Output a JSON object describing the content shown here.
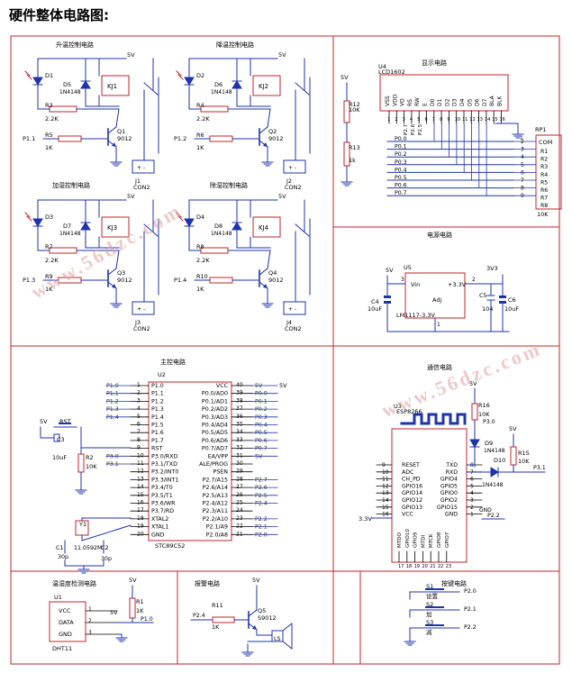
{
  "title": "硬件整体电路图:",
  "sections": {
    "heat": "升温控制电路",
    "cool": "降温控制电路",
    "humid": "加湿控制电路",
    "dehum": "除湿控制电路",
    "display": "显示电路",
    "power": "电源电路",
    "mcu": "主控电路",
    "wifi": "通信电路",
    "sensor": "温湿度检测电路",
    "alarm": "报警电路",
    "keys": "按键电路"
  },
  "relay_blocks": [
    {
      "led": "D1",
      "diode": "D5",
      "diode_model": "1N4148",
      "relay": "KJ1",
      "rb": "R3",
      "rb_val": "2.2K",
      "rin": "R5",
      "rin_val": "1K",
      "q": "Q1",
      "q_model": "9012",
      "net": "P1.1",
      "conn": "J1",
      "conn_model": "CON2",
      "vcc": "5V"
    },
    {
      "led": "D2",
      "diode": "D6",
      "diode_model": "1N4148",
      "relay": "KJ2",
      "rb": "R4",
      "rb_val": "2.2K",
      "rin": "R6",
      "rin_val": "1K",
      "q": "Q2",
      "q_model": "9012",
      "net": "P1.2",
      "conn": "J2",
      "conn_model": "CON2",
      "vcc": "5V"
    },
    {
      "led": "D3",
      "diode": "D7",
      "diode_model": "1N4148",
      "relay": "KJ3",
      "rb": "R7",
      "rb_val": "2.2K",
      "rin": "R9",
      "rin_val": "1K",
      "q": "Q3",
      "q_model": "9012",
      "net": "P1.3",
      "conn": "J3",
      "conn_model": "CON2",
      "vcc": "5V"
    },
    {
      "led": "D4",
      "diode": "D8",
      "diode_model": "1N4148",
      "relay": "KJ4",
      "rb": "R8",
      "rb_val": "2.2K",
      "rin": "R10",
      "rin_val": "1K",
      "q": "Q4",
      "q_model": "9012",
      "net": "P1.4",
      "conn": "J4",
      "conn_model": "CON2",
      "vcc": "5V"
    }
  ],
  "display": {
    "ref": "U4",
    "model": "LCD1602",
    "pins": [
      "VSS",
      "VDD",
      "VO",
      "RS",
      "RW",
      "E",
      "D0",
      "D1",
      "D2",
      "D3",
      "D4",
      "D5",
      "D6",
      "D7",
      "BLA",
      "BLK"
    ],
    "gpins": [
      "P2.7",
      "P2.6",
      "P2.5"
    ],
    "pnets": [
      "P0.0",
      "P0.1",
      "P0.2",
      "P0.3",
      "P0.4",
      "P0.5",
      "P0.6",
      "P0.7"
    ],
    "r12": "R12",
    "r12v": "10K",
    "r13": "R13",
    "r13v": "1k",
    "vcc": "5V",
    "rp": "RP1",
    "rp_val": "10K",
    "com": "COM",
    "rpins": [
      "R1",
      "R2",
      "R3",
      "R4",
      "R5",
      "R6",
      "R7",
      "R8"
    ],
    "rnums": [
      "1",
      "2",
      "3",
      "4",
      "5",
      "6",
      "7",
      "8",
      "9"
    ]
  },
  "power": {
    "ref": "U5",
    "model": "LM1117-3.3V",
    "vin": "Vin",
    "vout": "+3.3V",
    "adj": "Adj",
    "in": "5V",
    "out": "3V3",
    "c4": "C4",
    "c4v": "10uF",
    "c5": "C5",
    "c5v": "104",
    "c6": "C6",
    "c6v": "10uF",
    "p1": "3",
    "p2": "2",
    "p3": "1"
  },
  "mcu": {
    "ref": "U2",
    "model": "STC89C52",
    "left": [
      [
        "1",
        "P1.0"
      ],
      [
        "2",
        "P1.1"
      ],
      [
        "3",
        "P1.2"
      ],
      [
        "4",
        "P1.3"
      ],
      [
        "5",
        "P1.4"
      ],
      [
        "6",
        "P1.5"
      ],
      [
        "7",
        "P1.6"
      ],
      [
        "8",
        "P1.7"
      ],
      [
        "9",
        "RST"
      ],
      [
        "10",
        "P3.0/RXD"
      ],
      [
        "11",
        "P3.1/TXD"
      ],
      [
        "12",
        "P3.2/INT0"
      ],
      [
        "13",
        "P3.3/INT1"
      ],
      [
        "14",
        "P3.4/T0"
      ],
      [
        "15",
        "P3.5/T1"
      ],
      [
        "16",
        "P3.6/WR"
      ],
      [
        "17",
        "P3.7/RD"
      ],
      [
        "18",
        "XTAL2"
      ],
      [
        "19",
        "XTAL1"
      ],
      [
        "20",
        "GND"
      ]
    ],
    "right": [
      [
        "40",
        "VCC"
      ],
      [
        "39",
        "P0.0/AD0"
      ],
      [
        "38",
        "P0.1/AD1"
      ],
      [
        "37",
        "P0.2/AD2"
      ],
      [
        "36",
        "P0.3/AD3"
      ],
      [
        "35",
        "P0.4/AD4"
      ],
      [
        "34",
        "P0.5/AD5"
      ],
      [
        "33",
        "P0.6/AD6"
      ],
      [
        "32",
        "P0.7/AD7"
      ],
      [
        "31",
        "EA/VPP"
      ],
      [
        "30",
        "ALE/PROG"
      ],
      [
        "29",
        "PSEN"
      ],
      [
        "28",
        "P2.7/A15"
      ],
      [
        "27",
        "P2.6/A14"
      ],
      [
        "26",
        "P2.5/A13"
      ],
      [
        "25",
        "P2.4/A12"
      ],
      [
        "24",
        "P2.3/A11"
      ],
      [
        "23",
        "P2.2/A10"
      ],
      [
        "22",
        "P2.1/A9"
      ],
      [
        "21",
        "P2.0/A8"
      ]
    ],
    "lnets": [
      "P1.0",
      "P1.1",
      "P1.2",
      "P1.3",
      "P1.4",
      "",
      "",
      "",
      "",
      "P3.0",
      "P3.1",
      "",
      "",
      "",
      "",
      "",
      "",
      "",
      "",
      ""
    ],
    "rnets": [
      "5V",
      "P0.0",
      "P0.1",
      "P0.2",
      "P0.3",
      "P0.4",
      "P0.5",
      "P0.6",
      "P0.7",
      "5V",
      "",
      "",
      "P2.7",
      "P2.6",
      "P2.5",
      "P2.4",
      "",
      "P2.2",
      "P2.1",
      "P2.0"
    ],
    "rst": "RST",
    "c3": "C3",
    "c3v": "10uF",
    "r2": "R2",
    "r2v": "10K",
    "y1": "Y1",
    "y1v": "11.0592M",
    "c1": "C1",
    "c1v": "30p",
    "c2": "C2",
    "c2v": "30p",
    "vcc": "5V"
  },
  "wifi": {
    "ref": "U3",
    "model": "ESP8266",
    "left": [
      "RESET",
      "ADC",
      "CH_PD",
      "GPIO16",
      "GPIO14",
      "GPIO12",
      "GPIO13",
      "VCC"
    ],
    "lnums": [
      "9",
      "10",
      "11",
      "12",
      "13",
      "14",
      "15",
      "16"
    ],
    "right": [
      "TXD",
      "RXD",
      "GPIO4",
      "GPIO5",
      "GPIO0",
      "GPIO2",
      "GPIO15",
      "GND"
    ],
    "rnums": [
      "8",
      "7",
      "6",
      "5",
      "4",
      "3",
      "2",
      "1"
    ],
    "bottom": [
      "MTDO",
      "GPIO10",
      "GPIO9",
      "MTDI",
      "MTCK",
      "GPIO8",
      "GPIO7"
    ],
    "r16": "R16",
    "r16v": "10K",
    "r15": "R15",
    "r15v": "10K",
    "d9": "D9",
    "d9m": "1N4148",
    "d10": "D10",
    "d10m": "1N4148",
    "p30": "P3.0",
    "p31": "P3.1",
    "v5": "5V",
    "v33": "3.3V",
    "gnd": "GND"
  },
  "sensor": {
    "ref": "U1",
    "model": "DHT11",
    "pins": [
      "VCC",
      "DATA",
      "GND"
    ],
    "nums": [
      "1",
      "2",
      "3"
    ],
    "r1": "R1",
    "r1v": "1K",
    "v5": "5V",
    "net": "P1.0"
  },
  "alarm": {
    "net": "P2.4",
    "r": "R11",
    "rv": "1K",
    "q": "Q5",
    "qm": "S9012",
    "v5": "5V",
    "spk": "LS"
  },
  "keys": [
    {
      "ref": "S1",
      "label": "设置",
      "net": "P2.0"
    },
    {
      "ref": "S2",
      "label": "加",
      "net": "P2.1"
    },
    {
      "ref": "S3",
      "label": "减",
      "net": "P2.2"
    }
  ],
  "watermark": "www.56dzc.com"
}
